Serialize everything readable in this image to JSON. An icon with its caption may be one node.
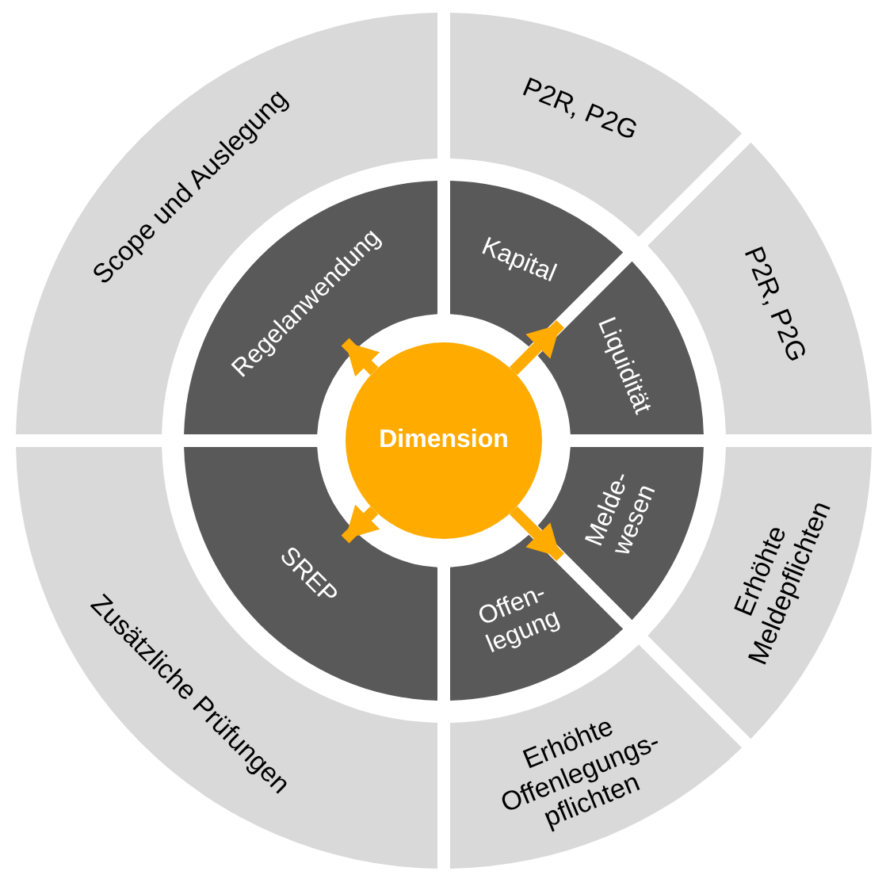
{
  "diagram": {
    "nodes": [
      {
        "text": [
          "Scope und Auslegung"
        ]
      },
      {
        "text": [
          "P2R, P2G"
        ]
      },
      {
        "text": [
          "Regelanwendung"
        ]
      },
      {
        "text": [
          "Kapital"
        ]
      },
      {
        "text": [
          "P2R, P2G"
        ]
      },
      {
        "text": [
          "Liquidität"
        ]
      },
      {
        "text": [
          "Dimension"
        ]
      },
      {
        "text": [
          "Melde- wesen"
        ]
      },
      {
        "text": [
          "Erhöhte Meldepflichten"
        ]
      },
      {
        "text": [
          "SREP"
        ]
      },
      {
        "text": [
          "Zusätzliche Prüfungen"
        ]
      },
      {
        "text": [
          "Offen- legung"
        ]
      },
      {
        "text": [
          "Erhöhte Offenlegungs- pflichten"
        ]
      }
    ],
    "edges": [
      {
        "from": 6,
        "to": 2,
        "arrow": "to"
      },
      {
        "from": 6,
        "to": 5,
        "arrow": "to"
      },
      {
        "from": 6,
        "to": 9,
        "arrow": "to"
      },
      {
        "from": 6,
        "to": 7,
        "arrow": "to"
      }
    ]
  }
}
